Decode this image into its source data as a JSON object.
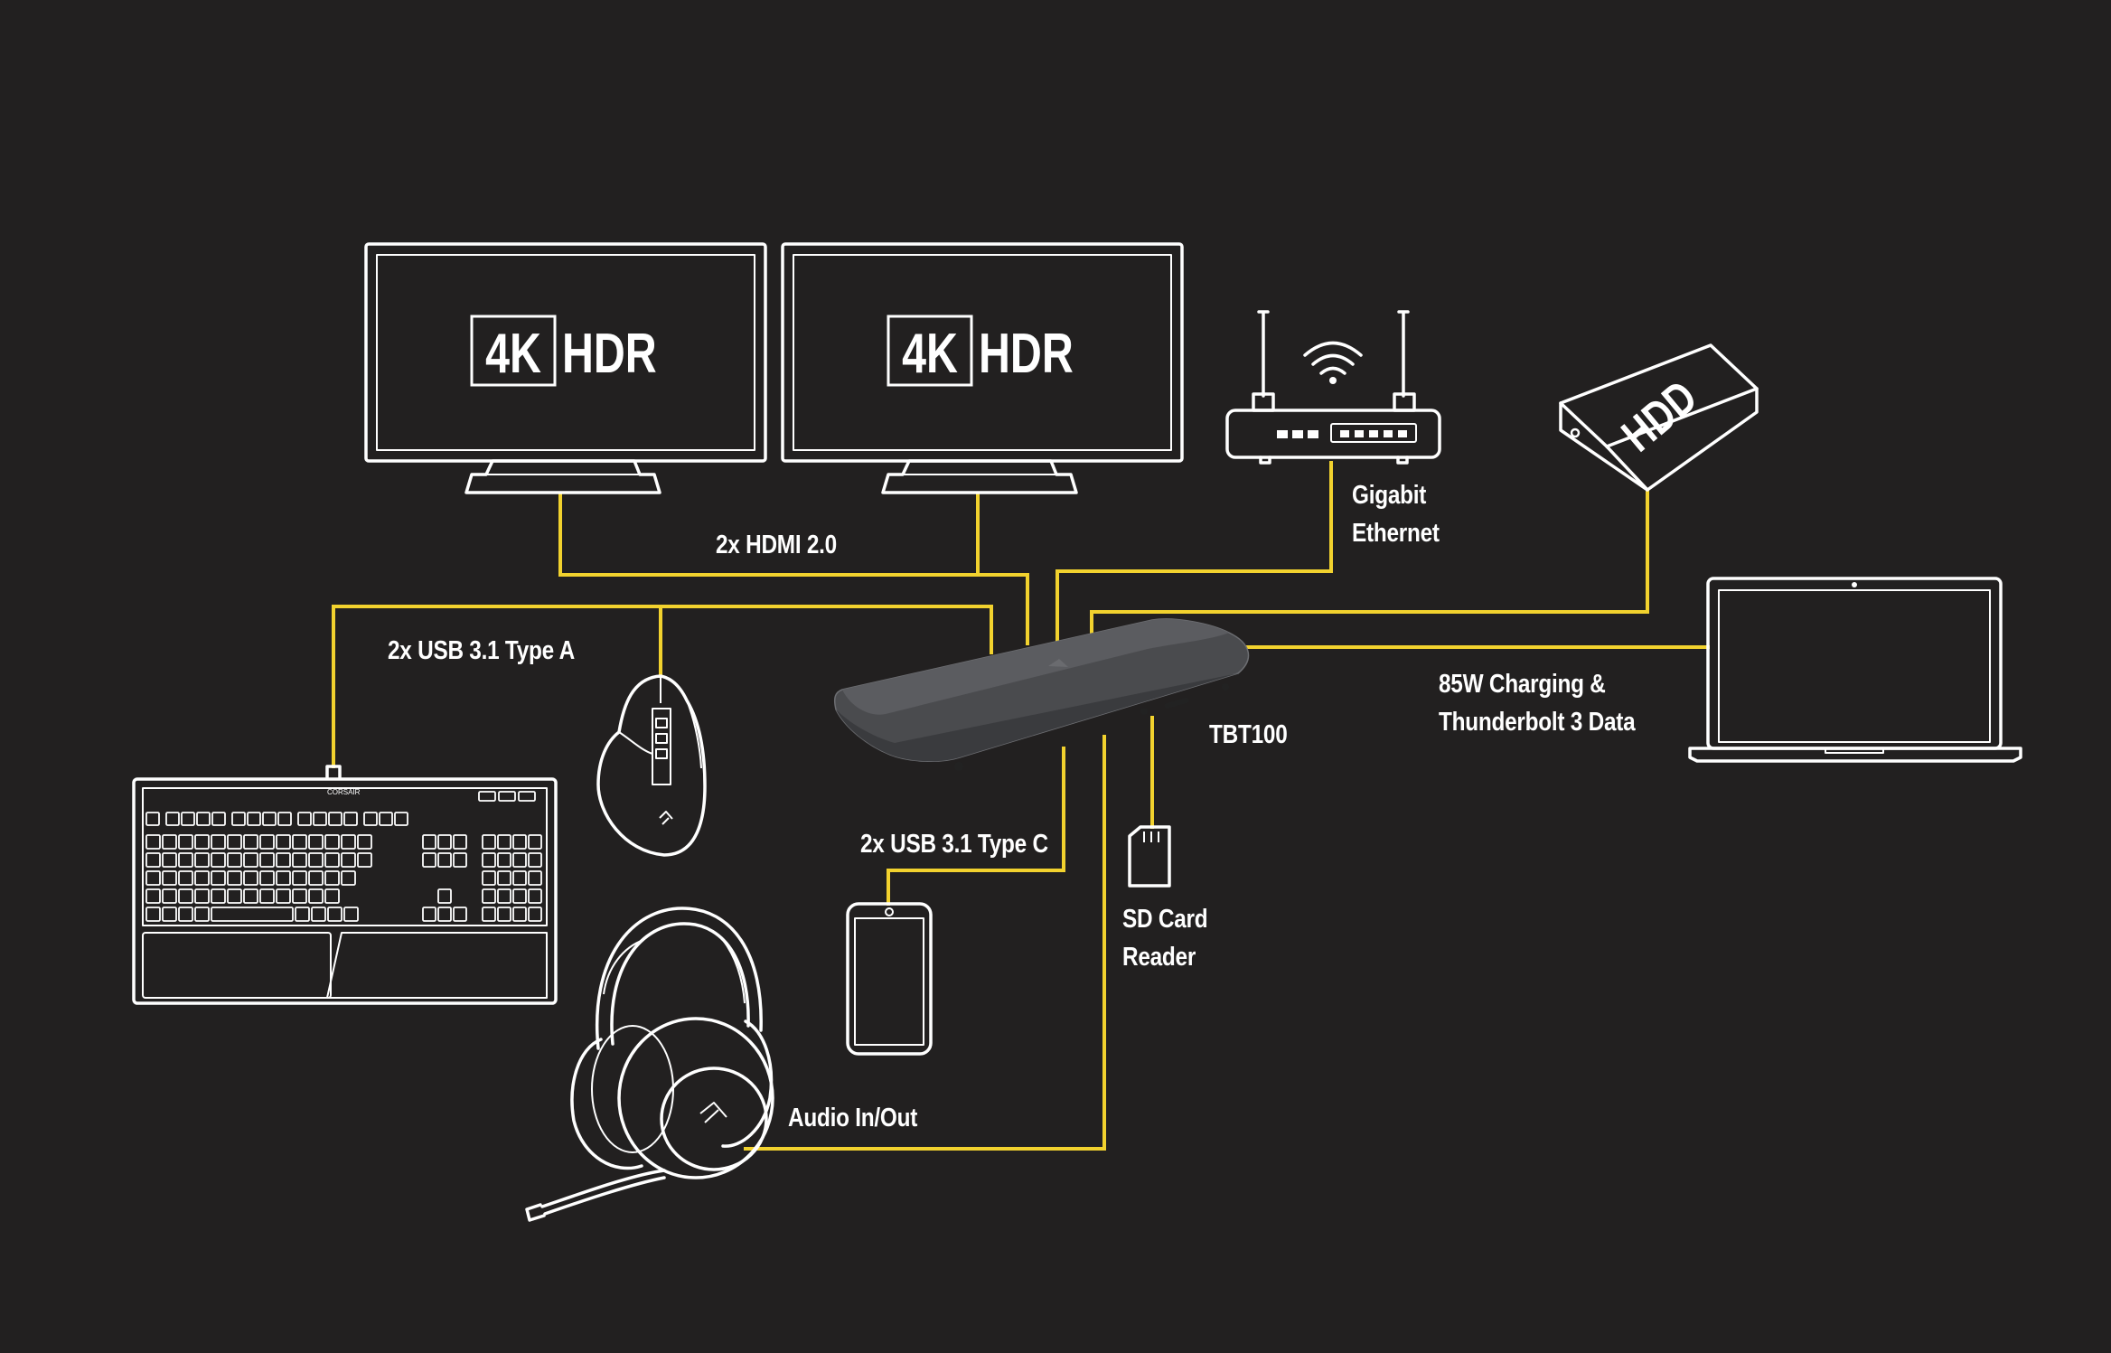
{
  "colors": {
    "background": "#222020",
    "cable": "#f2d22e",
    "device_outline": "#ffffff",
    "dock_body": "#4a4b4e"
  },
  "monitors": [
    {
      "badge": "4K",
      "label": "HDR",
      "icon": "monitor-icon"
    },
    {
      "badge": "4K",
      "label": "HDR",
      "icon": "monitor-icon"
    }
  ],
  "hdd": {
    "label": "HDD",
    "icon": "hdd-icon"
  },
  "labels": {
    "hdmi": "2x HDMI 2.0",
    "ethernet_line1": "Gigabit",
    "ethernet_line2": "Ethernet",
    "usb_a": "2x USB 3.1 Type A",
    "charging_line1": "85W Charging &",
    "charging_line2": "Thunderbolt 3 Data",
    "dock": "TBT100",
    "usb_c": "2x USB 3.1 Type C",
    "sd_line1": "SD Card",
    "sd_line2": "Reader",
    "audio": "Audio In/Out"
  },
  "devices": [
    "monitor-icon",
    "router-icon",
    "hdd-icon",
    "laptop-icon",
    "keyboard-icon",
    "mouse-icon",
    "headset-icon",
    "phone-icon",
    "sd-card-icon",
    "dock-icon"
  ]
}
